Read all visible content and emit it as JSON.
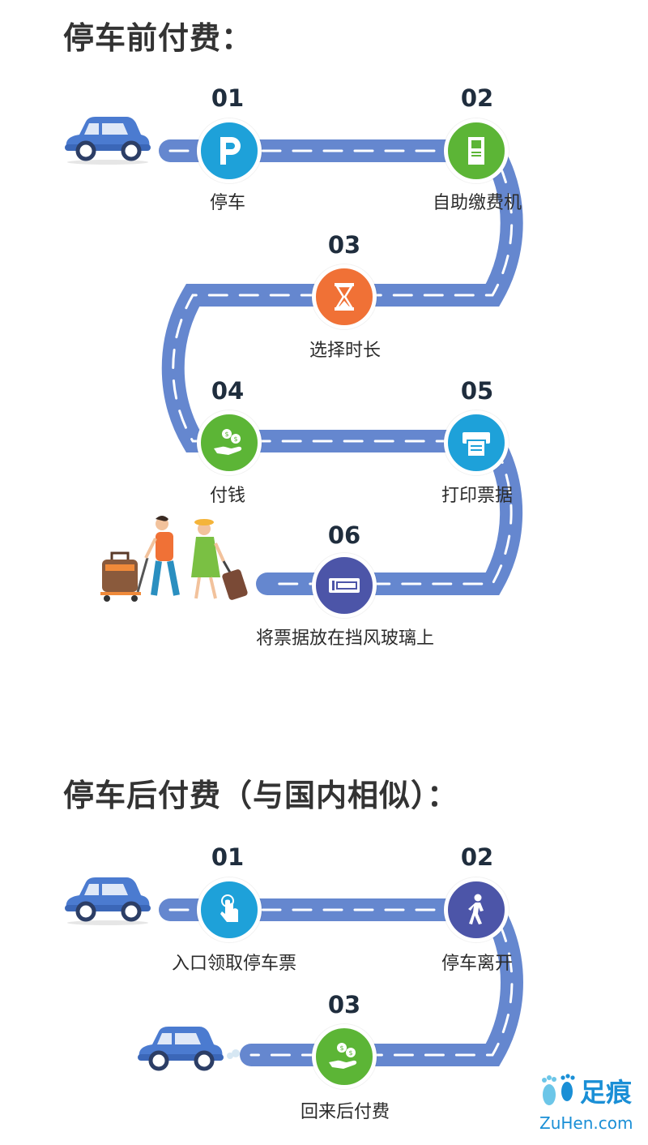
{
  "section1": {
    "title": "停车前付费：",
    "steps": [
      {
        "num": "01",
        "label": "停车",
        "icon": "parking-p-icon",
        "color": "#1ea1d9"
      },
      {
        "num": "02",
        "label": "自助缴费机",
        "icon": "payment-machine-icon",
        "color": "#5cb536"
      },
      {
        "num": "03",
        "label": "选择时长",
        "icon": "hourglass-icon",
        "color": "#f07136"
      },
      {
        "num": "04",
        "label": "付钱",
        "icon": "coins-hand-icon",
        "color": "#5cb536"
      },
      {
        "num": "05",
        "label": "打印票据",
        "icon": "printer-icon",
        "color": "#1ea1d9"
      },
      {
        "num": "06",
        "label": "将票据放在挡风玻璃上",
        "icon": "ticket-icon",
        "color": "#4c55a8"
      }
    ]
  },
  "section2": {
    "title": "停车后付费（与国内相似）：",
    "steps": [
      {
        "num": "01",
        "label": "入口领取停车票",
        "icon": "tap-hand-icon",
        "color": "#1ea1d9"
      },
      {
        "num": "02",
        "label": "停车离开",
        "icon": "walking-person-icon",
        "color": "#4c55a8"
      },
      {
        "num": "03",
        "label": "回来后付费",
        "icon": "coins-hand-icon",
        "color": "#5cb536"
      }
    ]
  },
  "colors": {
    "road": "#6587cf",
    "dash": "#ffffff",
    "car": "#4b7bd0"
  },
  "watermark": {
    "cn": "足痕",
    "url": "ZuHen.com"
  }
}
